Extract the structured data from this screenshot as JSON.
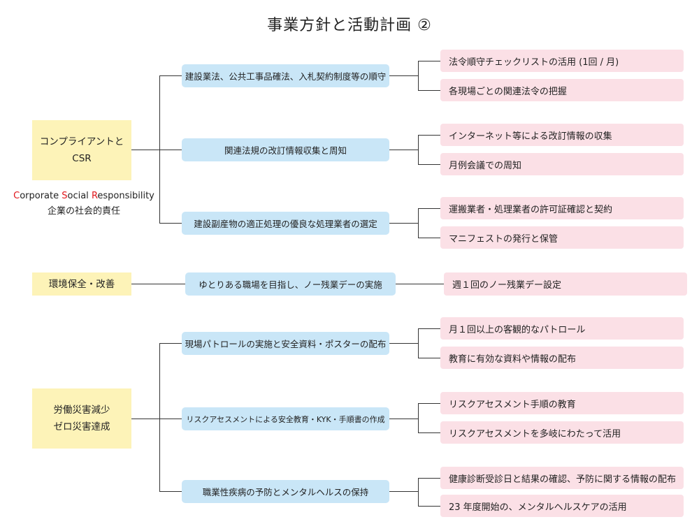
{
  "title": "事業方針と活動計画 ②",
  "goals": [
    {
      "line1": "コンプライアントと",
      "line2": "CSR"
    },
    {
      "line1": "環境保全・改善",
      "line2": ""
    },
    {
      "line1": "労働災害減少",
      "line2": "ゼロ災害達成"
    }
  ],
  "csr_note": {
    "en": [
      {
        "initial": "C",
        "rest": "orporate "
      },
      {
        "initial": "S",
        "rest": "ocial "
      },
      {
        "initial": "R",
        "rest": "esponsibility"
      }
    ],
    "ja": "企業の社会的責任"
  },
  "policies": [
    "建設業法、公共工事品確法、入札契約制度等の順守",
    "関連法規の改訂情報収集と周知",
    "建設副産物の適正処理の優良な処理業者の選定",
    "ゆとりある職場を目指し、ノー残業デーの実施",
    "現場パトロールの実施と安全資料・ポスターの配布",
    "リスクアセスメントによる安全教育・KYK・手順書の作成",
    "職業性疾病の予防とメンタルヘルスの保持"
  ],
  "actions": [
    "法令順守チェックリストの活用 (1回 / 月)",
    "各現場ごとの関連法令の把握",
    "インターネット等による改訂情報の収集",
    "月例会議での周知",
    "運搬業者・処理業者の許可証確認と契約",
    "マニフェストの発行と保管",
    "週１回のノー残業デー設定",
    "月１回以上の客観的なパトロール",
    "教育に有効な資料や情報の配布",
    "リスクアセスメント手順の教育",
    "リスクアセスメントを多岐にわたって活用",
    "健康診断受診日と結果の確認、予防に関する情報の配布",
    "23 年度開始の、メンタルヘルスケアの活用"
  ]
}
